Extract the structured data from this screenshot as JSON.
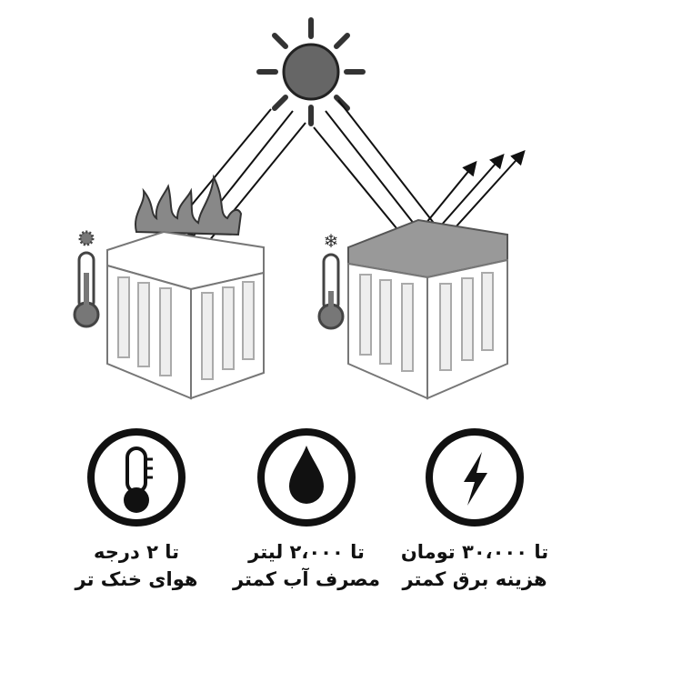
{
  "features": [
    {
      "icon": "thermometer-icon",
      "line1": "تا ۲ درجه",
      "line2": "هوای خنک تر"
    },
    {
      "icon": "water-drop-icon",
      "line1": "تا ۲،۰۰۰ لیتر",
      "line2": "مصرف آب کمتر"
    },
    {
      "icon": "lightning-icon",
      "line1": "تا ۳۰،۰۰۰ تومان",
      "line2": "هزینه برق کمتر"
    }
  ]
}
